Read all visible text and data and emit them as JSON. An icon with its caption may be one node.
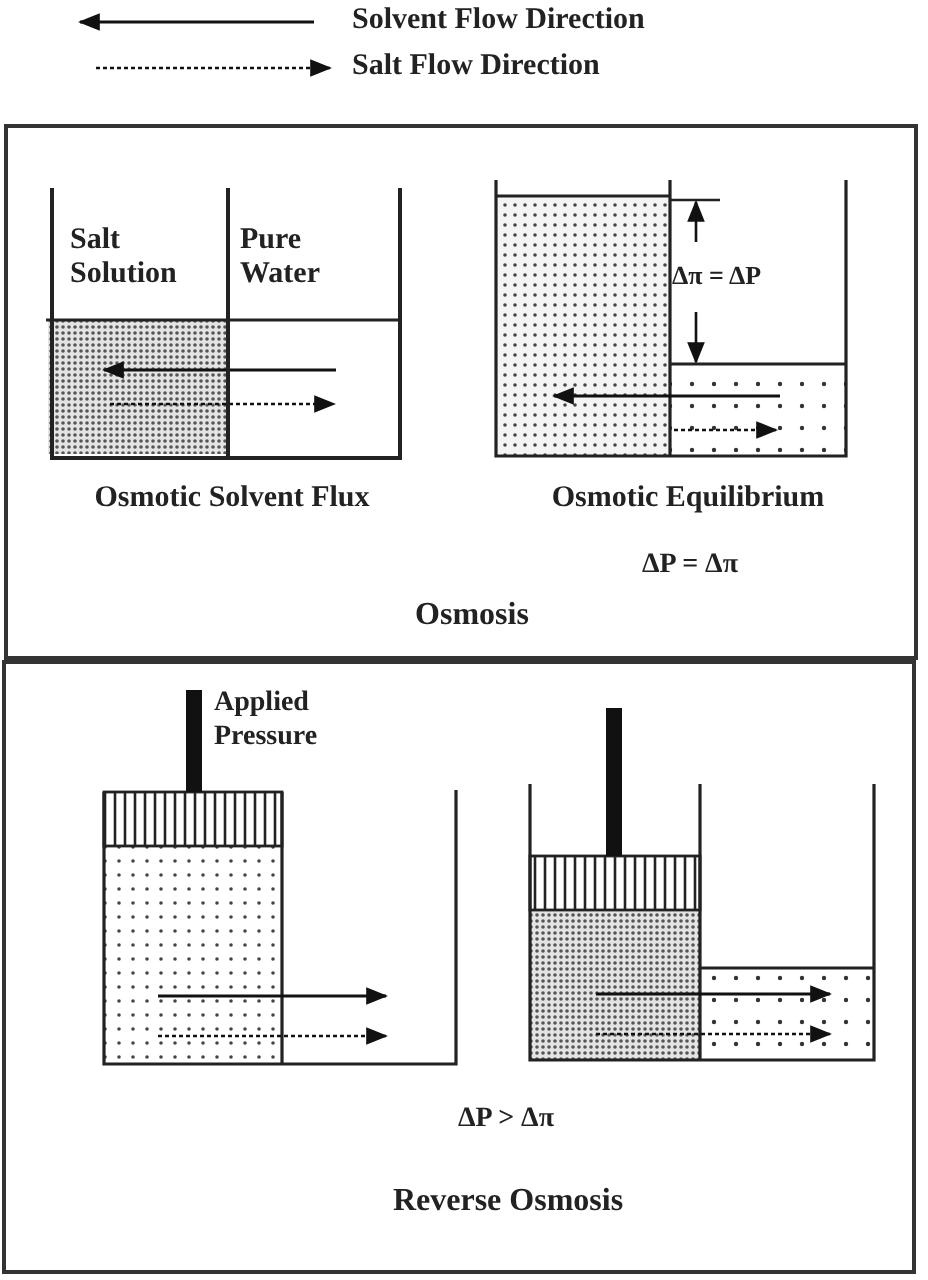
{
  "diagram": {
    "nodes": [
      {
        "text": [
          "Osmosis"
        ]
      },
      {
        "text": [
          "Salt Solution"
        ],
        "in": 0
      },
      {
        "text": [
          "Pure Water"
        ],
        "in": 0
      },
      {
        "text": [
          "Reverse Osmosis"
        ]
      }
    ],
    "edges": [
      {
        "from": 2,
        "to": 1,
        "arrow": "to"
      },
      {
        "from": 1,
        "to": 2,
        "arrow": "to",
        "style": "dashed"
      }
    ],
    "labels": [
      "Δπ = ΔP",
      "Osmotic Solvent Flux",
      "Osmotic Equilibrium",
      "ΔP = Δπ",
      "Applied Pressure",
      "ΔP > Δπ"
    ],
    "legend": [
      {
        "text": "Solvent Flow Direction"
      },
      {
        "text": "Salt Flow Direction"
      }
    ]
  }
}
